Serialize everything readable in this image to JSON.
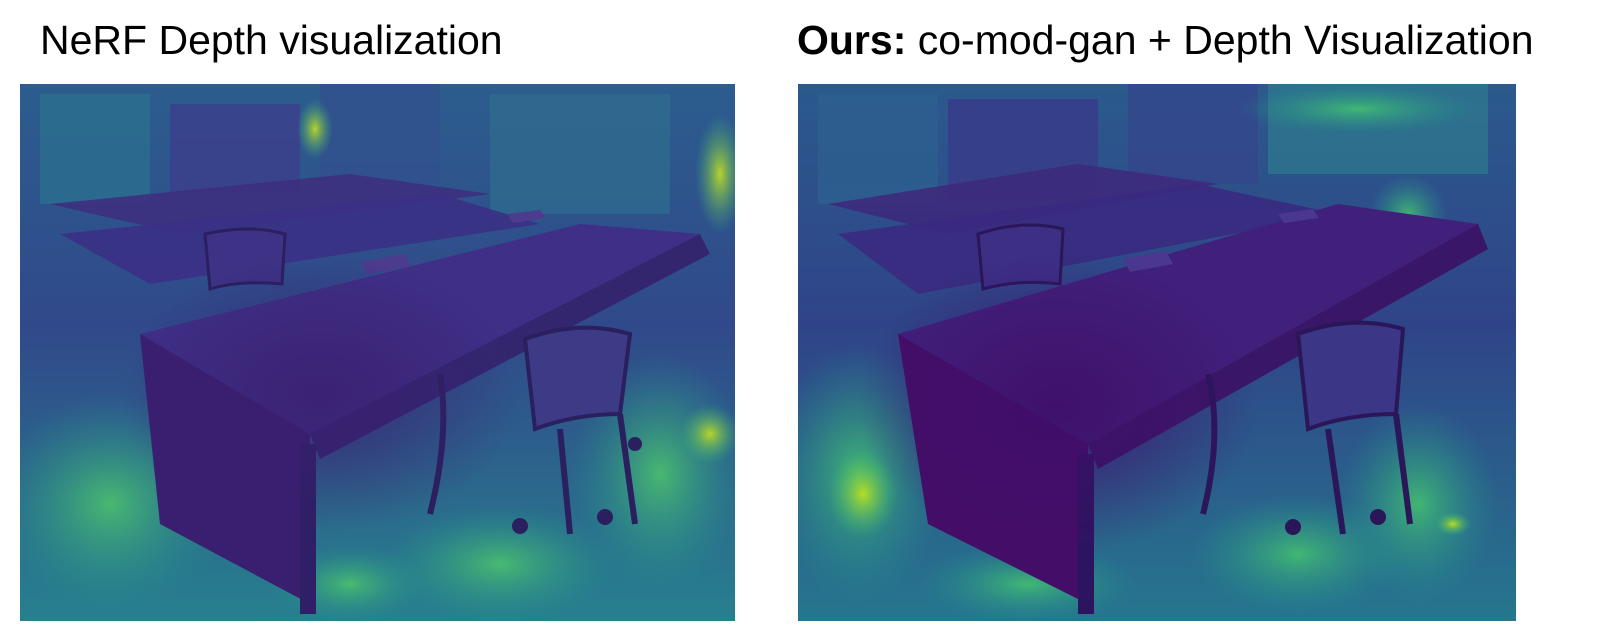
{
  "panels": [
    {
      "title": "NeRF Depth visualization",
      "colormap": "viridis"
    },
    {
      "title_bold": "Ours:",
      "title_rest": " co-mod-gan + Depth Visualization",
      "colormap": "viridis"
    }
  ],
  "colors": {
    "deep_purple": "#3f1d6b",
    "indigo": "#3b3f8c",
    "blue": "#2f5f91",
    "teal": "#21908d",
    "green": "#3fbc73",
    "yellow_green": "#b8de29"
  }
}
